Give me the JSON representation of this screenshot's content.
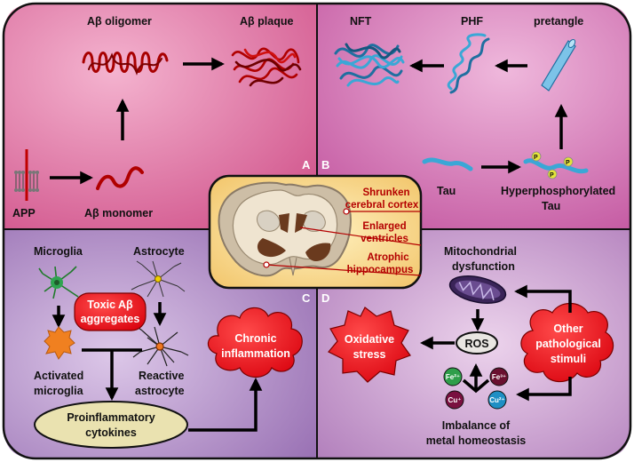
{
  "panels": {
    "a": {
      "letter": "A",
      "app": "APP",
      "monomer": "Aβ monomer",
      "oligomer": "Aβ oligomer",
      "plaque": "Aβ plaque"
    },
    "b": {
      "letter": "B",
      "nft": "NFT",
      "phf": "PHF",
      "pretangle": "pretangle",
      "tau": "Tau",
      "hyper_line1": "Hyperphosphorylated",
      "hyper_line2": "Tau",
      "phospho_mark": "P"
    },
    "c": {
      "letter": "C",
      "microglia": "Microglia",
      "astrocyte": "Astrocyte",
      "toxic_line1": "Toxic Aβ",
      "toxic_line2": "aggregates",
      "activated_line1": "Activated",
      "activated_line2": "microglia",
      "reactive_line1": "Reactive",
      "reactive_line2": "astrocyte",
      "chronic_line1": "Chronic",
      "chronic_line2": "inflammation",
      "cytokines_line1": "Proinflammatory",
      "cytokines_line2": "cytokines"
    },
    "d": {
      "letter": "D",
      "mito_line1": "Mitochondrial",
      "mito_line2": "dysfunction",
      "ros": "ROS",
      "oxidative_line1": "Oxidative",
      "oxidative_line2": "stress",
      "other_line1": "Other",
      "other_line2": "pathological",
      "other_line3": "stimuli",
      "ion_fe2": "Fe²⁺",
      "ion_fe3": "Fe³⁺",
      "ion_cu1": "Cu⁺",
      "ion_cu2": "Cu²⁺",
      "imbalance_line1": "Imbalance of",
      "imbalance_line2": "metal homeostasis"
    }
  },
  "brain": {
    "cortex_line1": "Shrunken",
    "cortex_line2": "cerebral cortex",
    "ventricles_line1": "Enlarged",
    "ventricles_line2": "ventricles",
    "hippo_line1": "Atrophic",
    "hippo_line2": "hippocampus"
  },
  "colors": {
    "panel_a": "#d65a92",
    "panel_b": "#c85aa4",
    "panel_c": "#9a72b6",
    "panel_d": "#b07ab8",
    "annotation_red": "#b40000",
    "badge_red": "#e8141e",
    "tau_blue": "#3aa7d6"
  }
}
